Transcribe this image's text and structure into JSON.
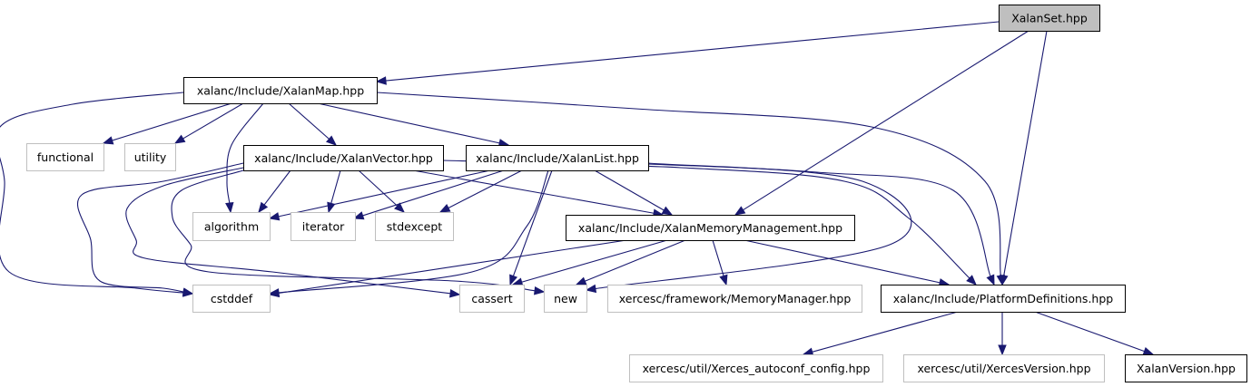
{
  "colors": {
    "edge": "#191970",
    "root_fill": "#bfbfbf",
    "documented_border": "#000000",
    "external_border": "#bfbfbf",
    "external_text": "#404040",
    "node_fill": "#ffffff"
  },
  "nodes": [
    {
      "id": "xalanset",
      "label": "XalanSet.hpp",
      "kind": "root"
    },
    {
      "id": "xalanmap",
      "label": "xalanc/Include/XalanMap.hpp",
      "kind": "documented"
    },
    {
      "id": "functional",
      "label": "functional",
      "kind": "external"
    },
    {
      "id": "utility",
      "label": "utility",
      "kind": "external"
    },
    {
      "id": "xalanvector",
      "label": "xalanc/Include/XalanVector.hpp",
      "kind": "documented"
    },
    {
      "id": "xalanlist",
      "label": "xalanc/Include/XalanList.hpp",
      "kind": "documented"
    },
    {
      "id": "algorithm",
      "label": "algorithm",
      "kind": "external"
    },
    {
      "id": "iterator",
      "label": "iterator",
      "kind": "external"
    },
    {
      "id": "stdexcept",
      "label": "stdexcept",
      "kind": "external"
    },
    {
      "id": "memmgmt",
      "label": "xalanc/Include/XalanMemoryManagement.hpp",
      "kind": "documented"
    },
    {
      "id": "cstddef",
      "label": "cstddef",
      "kind": "external"
    },
    {
      "id": "cassert",
      "label": "cassert",
      "kind": "external"
    },
    {
      "id": "new",
      "label": "new",
      "kind": "external"
    },
    {
      "id": "memorymanager",
      "label": "xercesc/framework/MemoryManager.hpp",
      "kind": "external"
    },
    {
      "id": "platformdefs",
      "label": "xalanc/Include/PlatformDefinitions.hpp",
      "kind": "documented"
    },
    {
      "id": "autoconf",
      "label": "xercesc/util/Xerces_autoconf_config.hpp",
      "kind": "external"
    },
    {
      "id": "xercesversion",
      "label": "xercesc/util/XercesVersion.hpp",
      "kind": "external"
    },
    {
      "id": "xalanversion",
      "label": "XalanVersion.hpp",
      "kind": "documented"
    }
  ],
  "edges": [
    [
      "xalanset",
      "xalanmap"
    ],
    [
      "xalanset",
      "memmgmt"
    ],
    [
      "xalanset",
      "platformdefs"
    ],
    [
      "xalanmap",
      "cstddef"
    ],
    [
      "xalanmap",
      "functional"
    ],
    [
      "xalanmap",
      "utility"
    ],
    [
      "xalanmap",
      "algorithm"
    ],
    [
      "xalanmap",
      "xalanvector"
    ],
    [
      "xalanmap",
      "xalanlist"
    ],
    [
      "xalanmap",
      "platformdefs"
    ],
    [
      "xalanvector",
      "cstddef"
    ],
    [
      "xalanvector",
      "cassert"
    ],
    [
      "xalanvector",
      "new"
    ],
    [
      "xalanvector",
      "algorithm"
    ],
    [
      "xalanvector",
      "iterator"
    ],
    [
      "xalanvector",
      "stdexcept"
    ],
    [
      "xalanvector",
      "memmgmt"
    ],
    [
      "xalanvector",
      "platformdefs"
    ],
    [
      "xalanlist",
      "algorithm"
    ],
    [
      "xalanlist",
      "iterator"
    ],
    [
      "xalanlist",
      "stdexcept"
    ],
    [
      "xalanlist",
      "cstddef"
    ],
    [
      "xalanlist",
      "cassert"
    ],
    [
      "xalanlist",
      "new"
    ],
    [
      "xalanlist",
      "memmgmt"
    ],
    [
      "xalanlist",
      "platformdefs"
    ],
    [
      "memmgmt",
      "cstddef"
    ],
    [
      "memmgmt",
      "cassert"
    ],
    [
      "memmgmt",
      "new"
    ],
    [
      "memmgmt",
      "memorymanager"
    ],
    [
      "memmgmt",
      "platformdefs"
    ],
    [
      "platformdefs",
      "autoconf"
    ],
    [
      "platformdefs",
      "xercesversion"
    ],
    [
      "platformdefs",
      "xalanversion"
    ]
  ]
}
